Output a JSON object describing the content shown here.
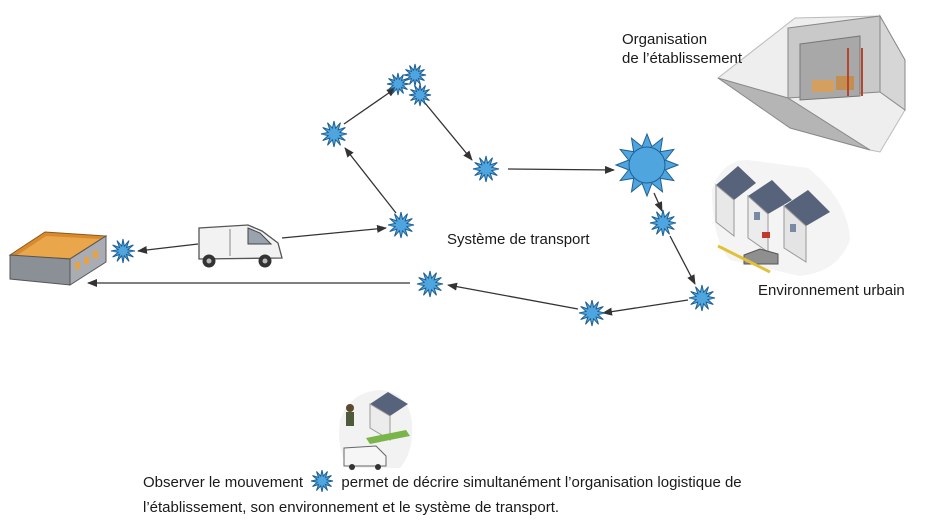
{
  "labels": {
    "organisation_line1": "Organisation",
    "organisation_line2": "de  l’établissement",
    "transport_system": "Système de transport",
    "urban_environment": "Environnement urbain"
  },
  "caption": {
    "part1": "Observer le  mouvement",
    "part2": "permet de décrire simultanément l’organisation logistique de",
    "line2": "l’établissement, son environnement et le système de transport."
  },
  "colors": {
    "star_fill": "#4fa6de",
    "star_stroke": "#1f5f94",
    "arrow": "#333333"
  },
  "icons": [
    "warehouse-icon",
    "van-icon",
    "building-interior-icon",
    "houses-icon",
    "delivery-scene-icon"
  ]
}
